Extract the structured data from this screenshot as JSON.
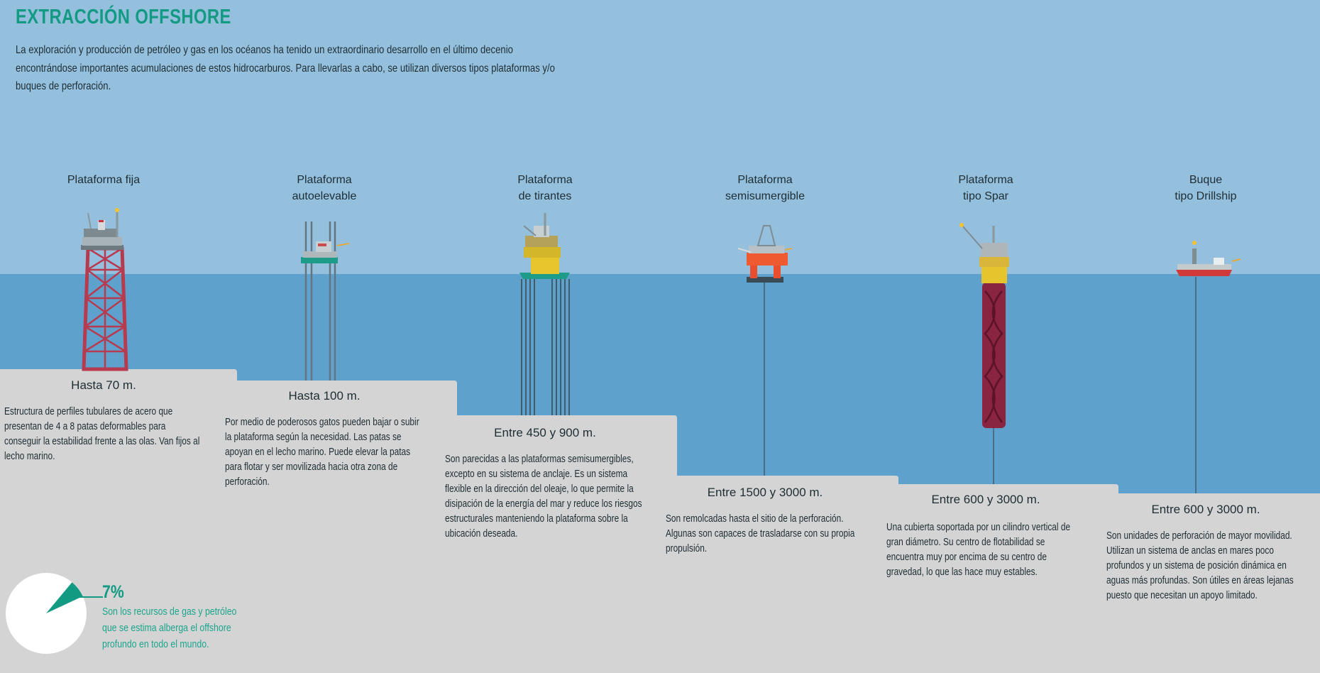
{
  "header": {
    "title": "EXTRACCIÓN OFFSHORE",
    "intro": "La exploración y producción de petróleo y gas en los océanos ha tenido un extraordinario desarrollo en el último decenio encontrándose importantes acumulaciones de estos hidrocarburos. Para llevarlas a cabo, se utilizan diversos tipos plataformas y/o buques de perforación."
  },
  "colors": {
    "sky": "#94c0de",
    "sea": "#5ea1cc",
    "seabed": "#d4d4d4",
    "accent": "#129a83",
    "text": "#1e2d33"
  },
  "platforms": [
    {
      "name": "Plataforma fija",
      "depth": "Hasta 70 m.",
      "description": "Estructura de perfiles tubulares de acero que presentan de 4 a 8 patas deformables para conseguir la estabilidad frente a las olas. Van fijos al lecho marino.",
      "icon": "fixed-platform-icon"
    },
    {
      "name": "Plataforma\nautoelevable",
      "depth": "Hasta 100 m.",
      "description": "Por medio de poderosos gatos pueden bajar o subir la plataforma según la necesidad. Las patas se apoyan en el lecho marino. Puede elevar la patas para flotar y ser movilizada hacia otra zona de perforación.",
      "icon": "jackup-platform-icon"
    },
    {
      "name": "Plataforma\nde tirantes",
      "depth": "Entre 450 y 900 m.",
      "description": "Son parecidas a las plataformas semisumergibles, excepto en su sistema de anclaje. Es un sistema flexible en la dirección del oleaje, lo que permite la disipación de la energía del mar y reduce los riesgos estructurales manteniendo la plataforma sobre la ubicación deseada.",
      "icon": "tension-leg-platform-icon"
    },
    {
      "name": "Plataforma\nsemisumergible",
      "depth": "Entre 1500 y 3000 m.",
      "description": "Son remolcadas hasta el sitio de la perforación. Algunas son capaces de trasladarse con su propia propulsión.",
      "icon": "semisubmersible-platform-icon"
    },
    {
      "name": "Plataforma\ntipo Spar",
      "depth": "Entre 600 y 3000 m.",
      "description": "Una cubierta soportada por un cilindro vertical de gran diámetro. Su centro de flotabilidad se encuentra muy por encima de su centro de gravedad, lo que las hace muy estables.",
      "icon": "spar-platform-icon"
    },
    {
      "name": "Buque\ntipo Drillship",
      "depth": "Entre 600 y 3000 m.",
      "description": "Son unidades de perforación de mayor movilidad. Utilizan un sistema de anclas en mares poco profundos y un sistema de posición dinámica en aguas más profundas. Son útiles en áreas lejanas puesto que necesitan un apoyo limitado.",
      "icon": "drillship-icon"
    }
  ],
  "stat": {
    "value": "7%",
    "fraction": 0.07,
    "text": "Son los recursos de gas y petróleo que se estima alberga el offshore profundo en todo el mundo."
  }
}
